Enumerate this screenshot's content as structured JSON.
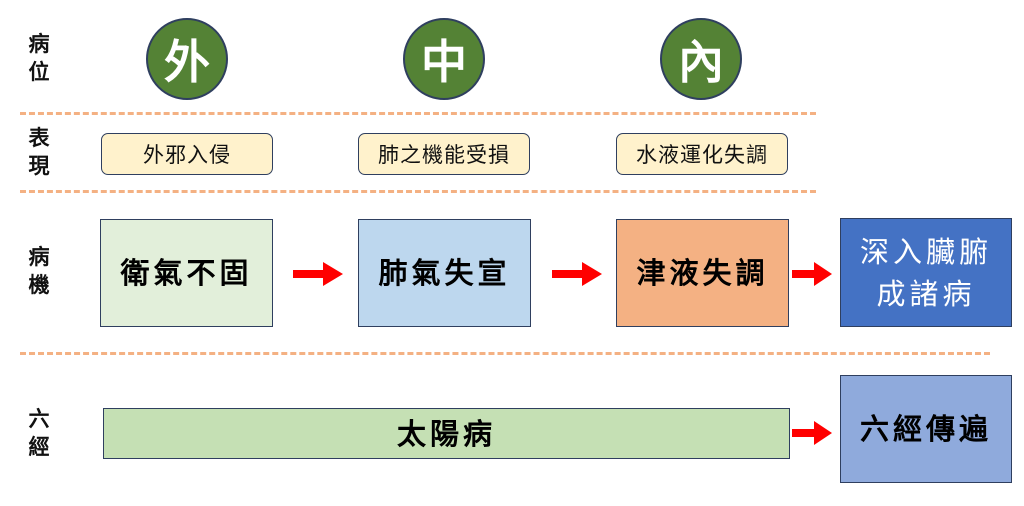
{
  "rows": {
    "position": {
      "label_line1": "病",
      "label_line2": "位"
    },
    "manifestation": {
      "label_line1": "表",
      "label_line2": "現"
    },
    "mechanism": {
      "label_line1": "病",
      "label_line2": "機"
    },
    "six_channels": {
      "label_line1": "六",
      "label_line2": "經"
    }
  },
  "circles": [
    {
      "text": "外"
    },
    {
      "text": "中"
    },
    {
      "text": "內"
    }
  ],
  "manifestations": [
    {
      "text": "外邪入侵"
    },
    {
      "text": "肺之機能受損"
    },
    {
      "text": "水液運化失調"
    }
  ],
  "mechanism_steps": [
    {
      "text": "衛氣不固",
      "color": "#e2efda"
    },
    {
      "text": "肺氣失宣",
      "color": "#bdd7ee"
    },
    {
      "text": "津液失調",
      "color": "#f4b183"
    },
    {
      "text": "深入臟腑成諸病",
      "line1": "深入臟腑",
      "line2": "成諸病",
      "color": "#4472c4",
      "text_color": "#ffffff"
    }
  ],
  "six_channel_steps": [
    {
      "text": "太陽病",
      "color": "#c5e0b4"
    },
    {
      "text": "六經傳遍",
      "color": "#8faadc"
    }
  ],
  "colors": {
    "circle_fill": "#548235",
    "pill_fill": "#fff2cc",
    "dash_line": "#f4b183",
    "arrow": "#ff0000",
    "border": "#2f3f5f"
  }
}
